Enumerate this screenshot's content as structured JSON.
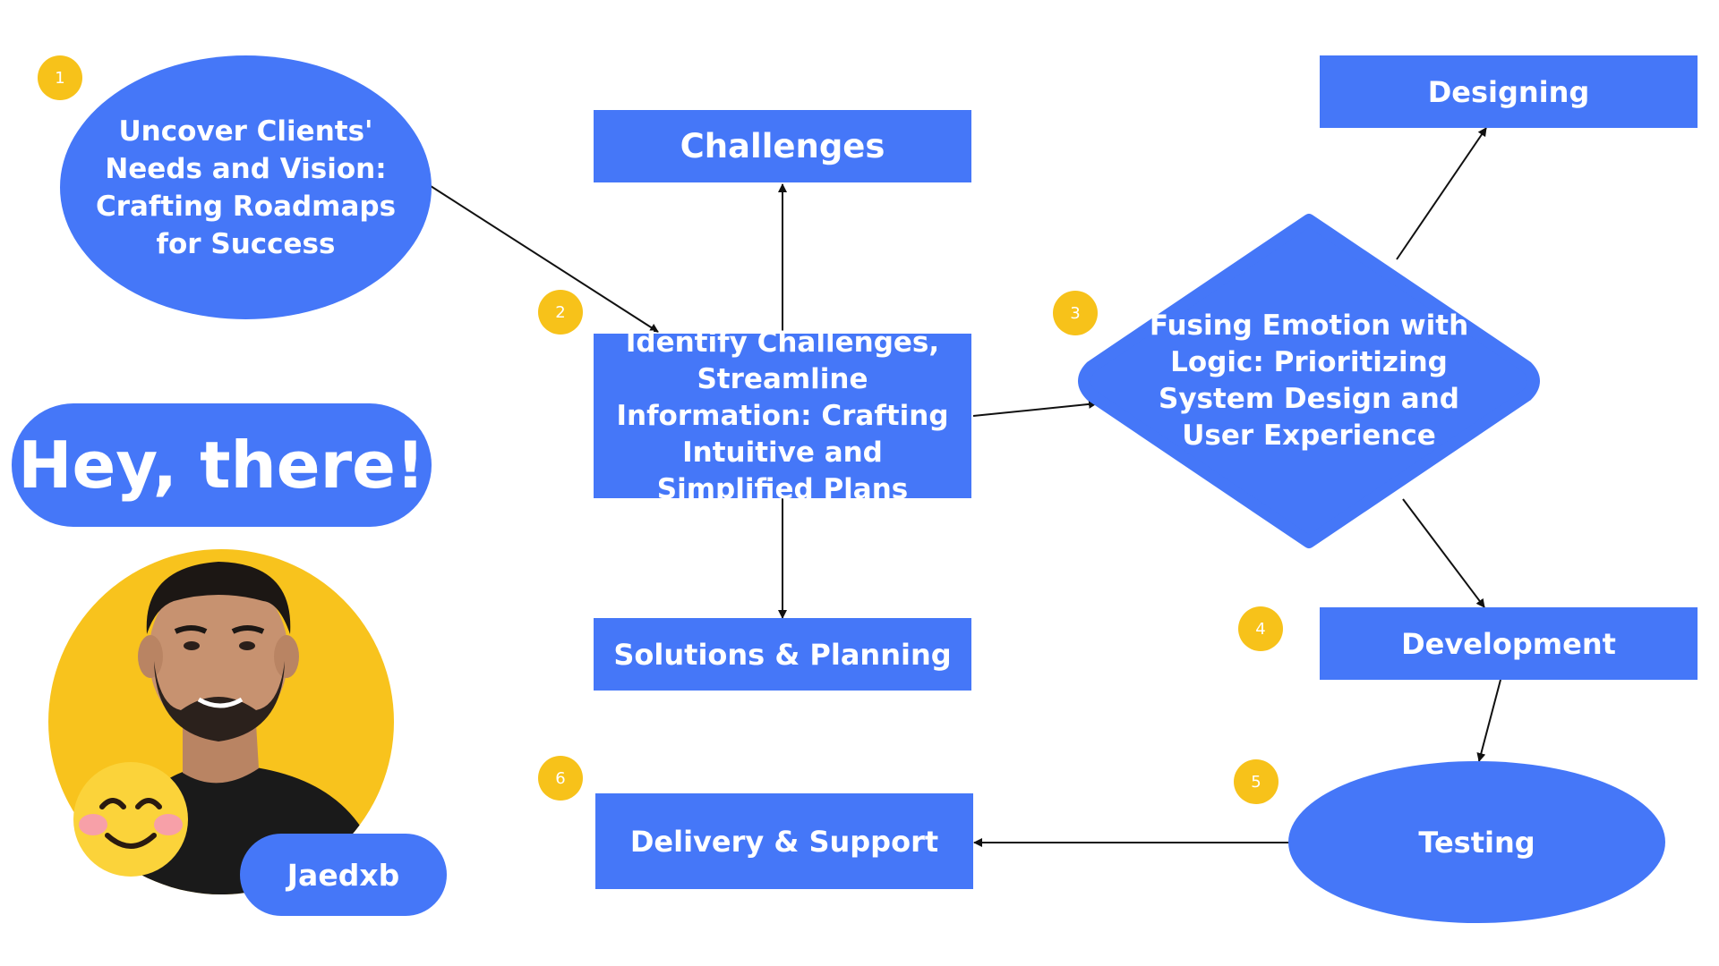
{
  "diagram": {
    "nodes": {
      "client_needs": "Uncover Clients' Needs and Vision: Crafting Roadmaps for Success",
      "challenges": "Challenges",
      "identify": "Identify Challenges, Streamline Information: Crafting Intuitive and Simplified Plans",
      "solutions": "Solutions & Planning",
      "fusing": "Fusing Emotion with Logic: Prioritizing System Design and User Experience",
      "designing": "Designing",
      "development": "Development",
      "testing": "Testing",
      "delivery": "Delivery & Support"
    },
    "badges": [
      "1",
      "2",
      "3",
      "4",
      "5",
      "6"
    ],
    "edges": [
      {
        "from": "client_needs",
        "to": "identify"
      },
      {
        "from": "identify",
        "to": "challenges"
      },
      {
        "from": "identify",
        "to": "solutions"
      },
      {
        "from": "identify",
        "to": "fusing"
      },
      {
        "from": "fusing",
        "to": "designing"
      },
      {
        "from": "fusing",
        "to": "development"
      },
      {
        "from": "development",
        "to": "testing"
      },
      {
        "from": "testing",
        "to": "delivery"
      }
    ]
  },
  "greeting": "Hey, there!",
  "profile": {
    "name": "Jaedxb",
    "avatar_icon": "person-photo-icon",
    "emoji_icon": "smiling-face-emoji-icon"
  },
  "colors": {
    "node_blue": "#4577f8",
    "badge_yellow": "#f7c21a",
    "avatar_yellow": "#f8c31d"
  }
}
